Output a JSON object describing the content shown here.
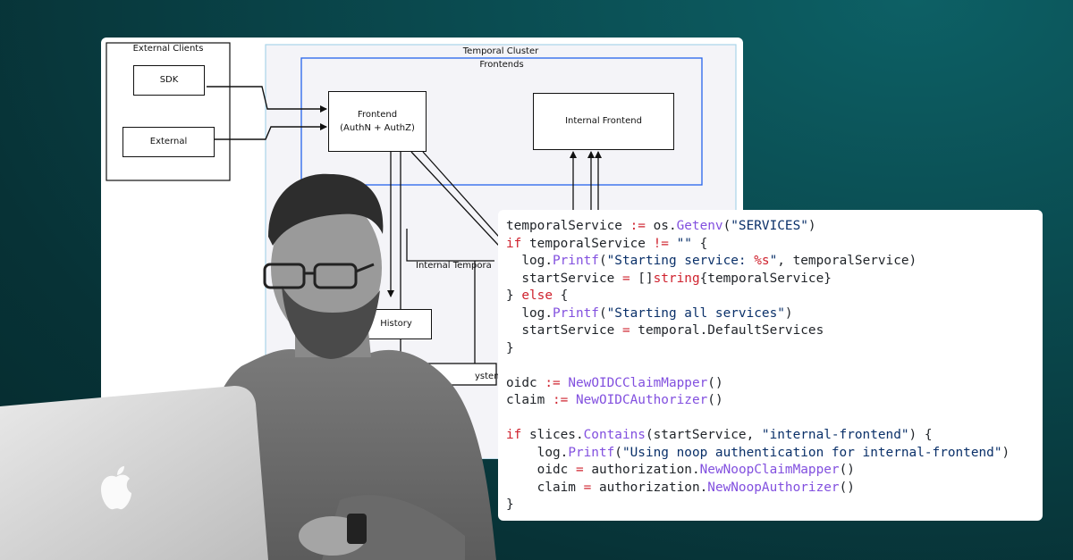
{
  "diagram": {
    "external_clients": {
      "title": "External Clients",
      "sdk": "SDK",
      "external": "External"
    },
    "cluster": {
      "title": "Temporal Cluster",
      "frontends_title": "Frontends",
      "frontend_line1": "Frontend",
      "frontend_line2": "(AuthN + AuthZ)",
      "internal_frontend": "Internal Frontend",
      "internal_temporal": "Internal Tempora",
      "history": "History",
      "system": "ystem"
    }
  },
  "code": {
    "lines": [
      [
        [
          "temporalService ",
          ""
        ],
        [
          ":=",
          "kw"
        ],
        [
          " os.",
          ""
        ],
        [
          "Getenv",
          "fn"
        ],
        [
          "(",
          ""
        ],
        [
          "\"SERVICES\"",
          "str"
        ],
        [
          ")",
          ""
        ]
      ],
      [
        [
          "if",
          "kw"
        ],
        [
          " temporalService ",
          ""
        ],
        [
          "!=",
          "kw"
        ],
        [
          " ",
          ""
        ],
        [
          "\"\"",
          "str"
        ],
        [
          " {",
          ""
        ]
      ],
      [
        [
          "  log.",
          ""
        ],
        [
          "Printf",
          "fn"
        ],
        [
          "(",
          ""
        ],
        [
          "\"Starting service: ",
          "str"
        ],
        [
          "%s",
          "fmt"
        ],
        [
          "\"",
          "str"
        ],
        [
          ", temporalService)",
          ""
        ]
      ],
      [
        [
          "  startService ",
          ""
        ],
        [
          "=",
          "kw"
        ],
        [
          " []",
          ""
        ],
        [
          "string",
          "kw"
        ],
        [
          "{temporalService}",
          ""
        ]
      ],
      [
        [
          "} ",
          ""
        ],
        [
          "else",
          "kw"
        ],
        [
          " {",
          ""
        ]
      ],
      [
        [
          "  log.",
          ""
        ],
        [
          "Printf",
          "fn"
        ],
        [
          "(",
          ""
        ],
        [
          "\"Starting all services\"",
          "str"
        ],
        [
          ")",
          ""
        ]
      ],
      [
        [
          "  startService ",
          ""
        ],
        [
          "=",
          "kw"
        ],
        [
          " temporal.DefaultServices",
          ""
        ]
      ],
      [
        [
          "}",
          ""
        ]
      ],
      [
        [
          "",
          ""
        ]
      ],
      [
        [
          "oidc ",
          ""
        ],
        [
          ":=",
          "kw"
        ],
        [
          " ",
          ""
        ],
        [
          "NewOIDCClaimMapper",
          "fn"
        ],
        [
          "()",
          ""
        ]
      ],
      [
        [
          "claim ",
          ""
        ],
        [
          ":=",
          "kw"
        ],
        [
          " ",
          ""
        ],
        [
          "NewOIDCAuthorizer",
          "fn"
        ],
        [
          "()",
          ""
        ]
      ],
      [
        [
          "",
          ""
        ]
      ],
      [
        [
          "if",
          "kw"
        ],
        [
          " slices.",
          ""
        ],
        [
          "Contains",
          "fn"
        ],
        [
          "(startService, ",
          ""
        ],
        [
          "\"internal-frontend\"",
          "str"
        ],
        [
          ") {",
          ""
        ]
      ],
      [
        [
          "    log.",
          ""
        ],
        [
          "Printf",
          "fn"
        ],
        [
          "(",
          ""
        ],
        [
          "\"Using noop authentication for internal-frontend\"",
          "str"
        ],
        [
          ")",
          ""
        ]
      ],
      [
        [
          "    oidc ",
          ""
        ],
        [
          "=",
          "kw"
        ],
        [
          " authorization.",
          ""
        ],
        [
          "NewNoopClaimMapper",
          "fn"
        ],
        [
          "()",
          ""
        ]
      ],
      [
        [
          "    claim ",
          ""
        ],
        [
          "=",
          "kw"
        ],
        [
          " authorization.",
          ""
        ],
        [
          "NewNoopAuthorizer",
          "fn"
        ],
        [
          "()",
          ""
        ]
      ],
      [
        [
          "}",
          ""
        ]
      ]
    ]
  },
  "photo": {
    "subject": "man-using-laptop",
    "laptop_logo": "apple-logo-icon"
  }
}
